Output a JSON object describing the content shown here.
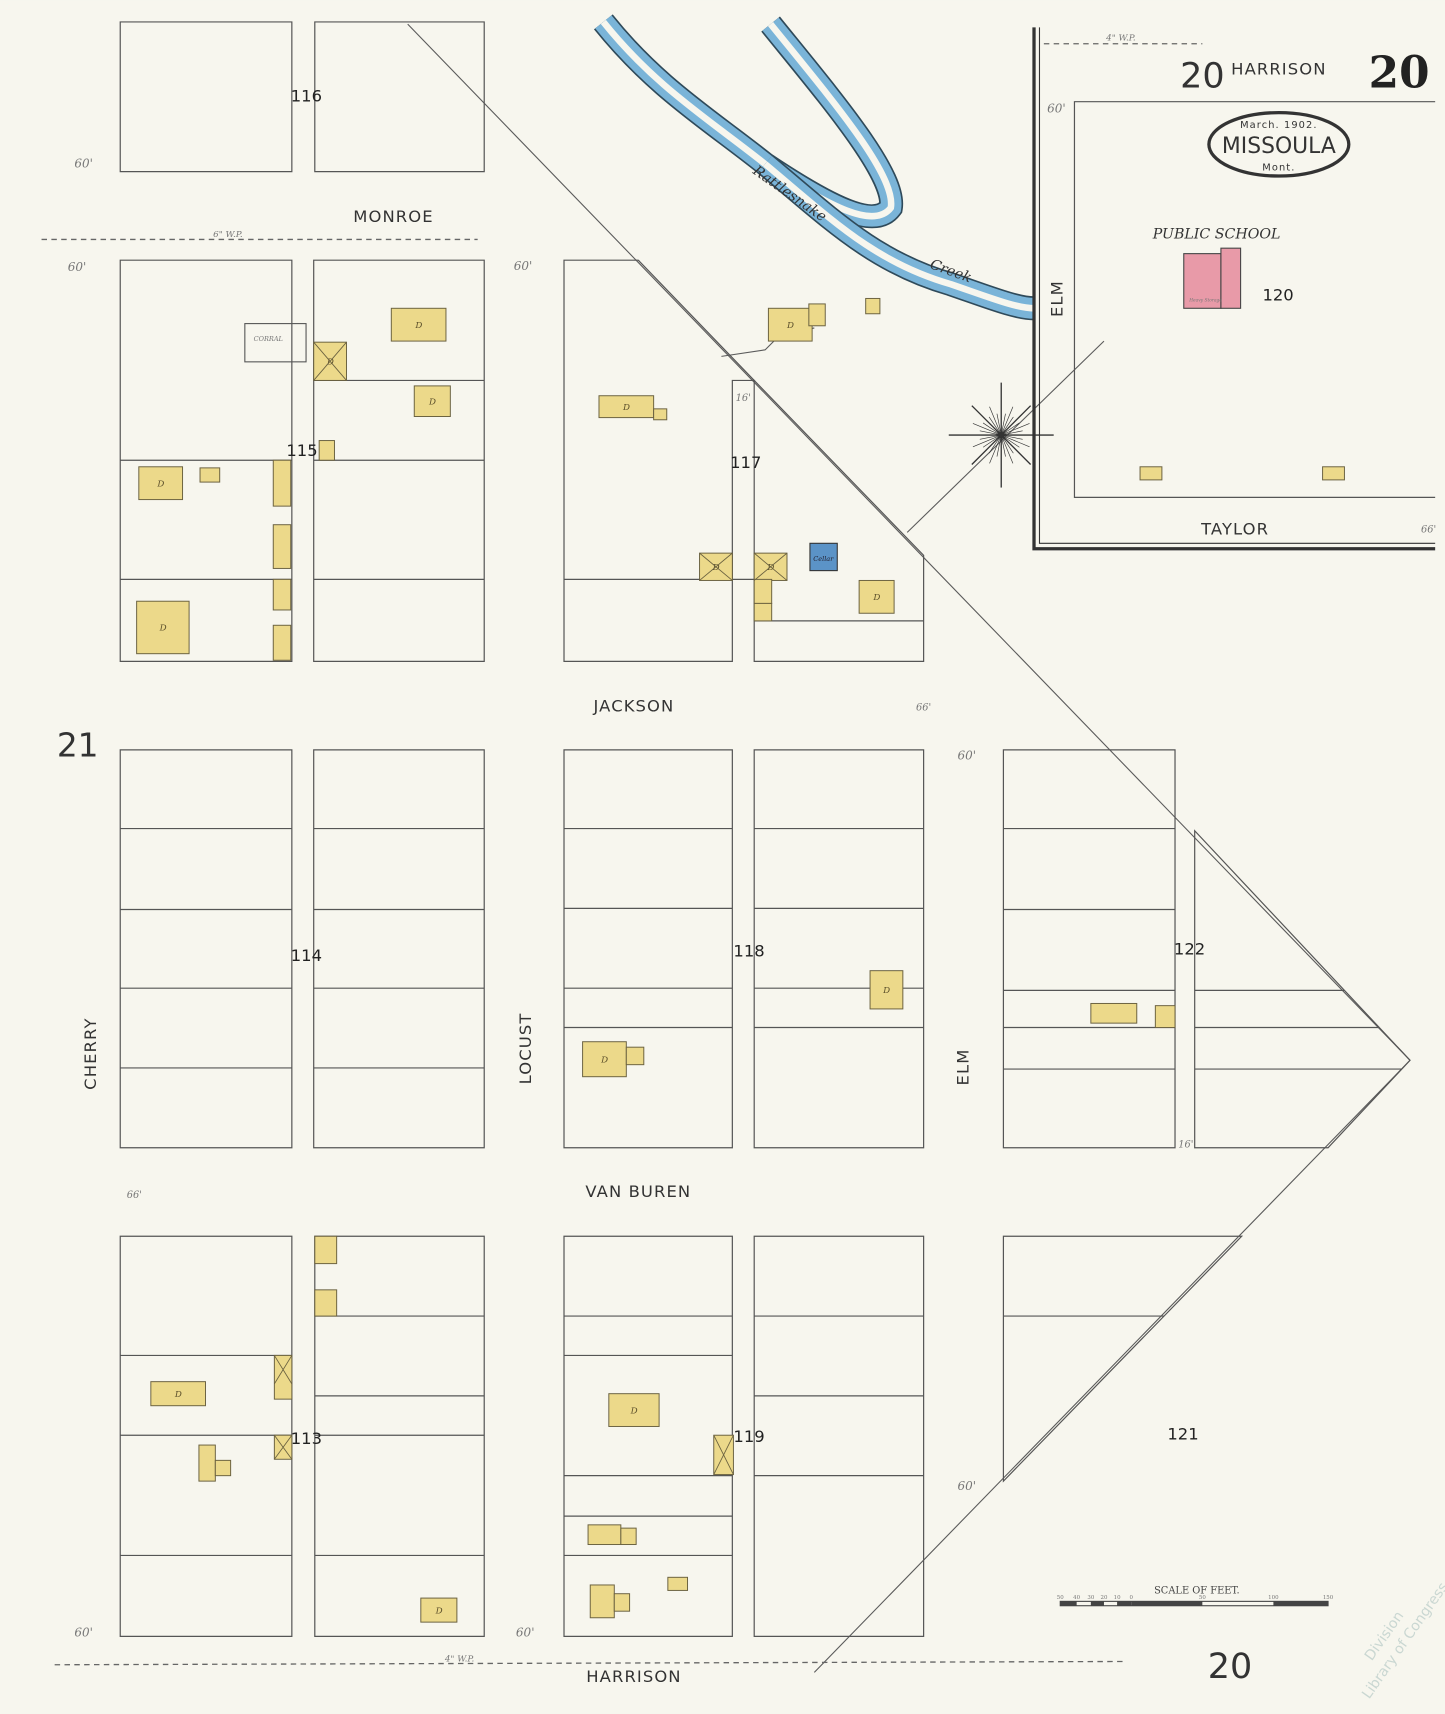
{
  "sheet": {
    "number": "20",
    "date": "March. 1902.",
    "city": "Missoula",
    "state": "Mont.",
    "adjacent_sheet_left": "21",
    "adjacent_sheet_top": "20",
    "top_street_label": "Harrison",
    "bottom_sheet_number": "20"
  },
  "streets": {
    "monroe": "MONROE",
    "jackson": "JACKSON",
    "van_buren": "VAN BUREN",
    "harrison": "HARRISON",
    "cherry": "CHERRY",
    "locust": "LOCUST",
    "elm": "ELM",
    "elm_inset": "ELM",
    "taylor": "TAYLOR"
  },
  "blocks": [
    "116",
    "115",
    "117",
    "114",
    "118",
    "122",
    "113",
    "119",
    "121",
    "120"
  ],
  "features": {
    "creek": "Rattlesnake",
    "creek_suffix": "Creek",
    "public_school": "Public School",
    "corral": "Corral",
    "cellar": "Cellar",
    "heavy_storage": "Heavy Storage"
  },
  "dimensions": {
    "w60": "60'",
    "w66": "66'",
    "w16": "16'",
    "wp4": "4\" W.P.",
    "wp6": "6\" W.P."
  },
  "scale": {
    "title": "Scale of Feet.",
    "ticks": [
      "50",
      "40",
      "30",
      "20",
      "10",
      "0",
      "50",
      "100",
      "150"
    ]
  },
  "building_label": "D",
  "stamp": "Division ... Library of Congress",
  "colors": {
    "paper": "#f7f6ee",
    "frame_dwelling": "#ecd98a",
    "brick": "#e89aa8",
    "stone": "#5b93c7",
    "water": "#7ab4d8"
  }
}
